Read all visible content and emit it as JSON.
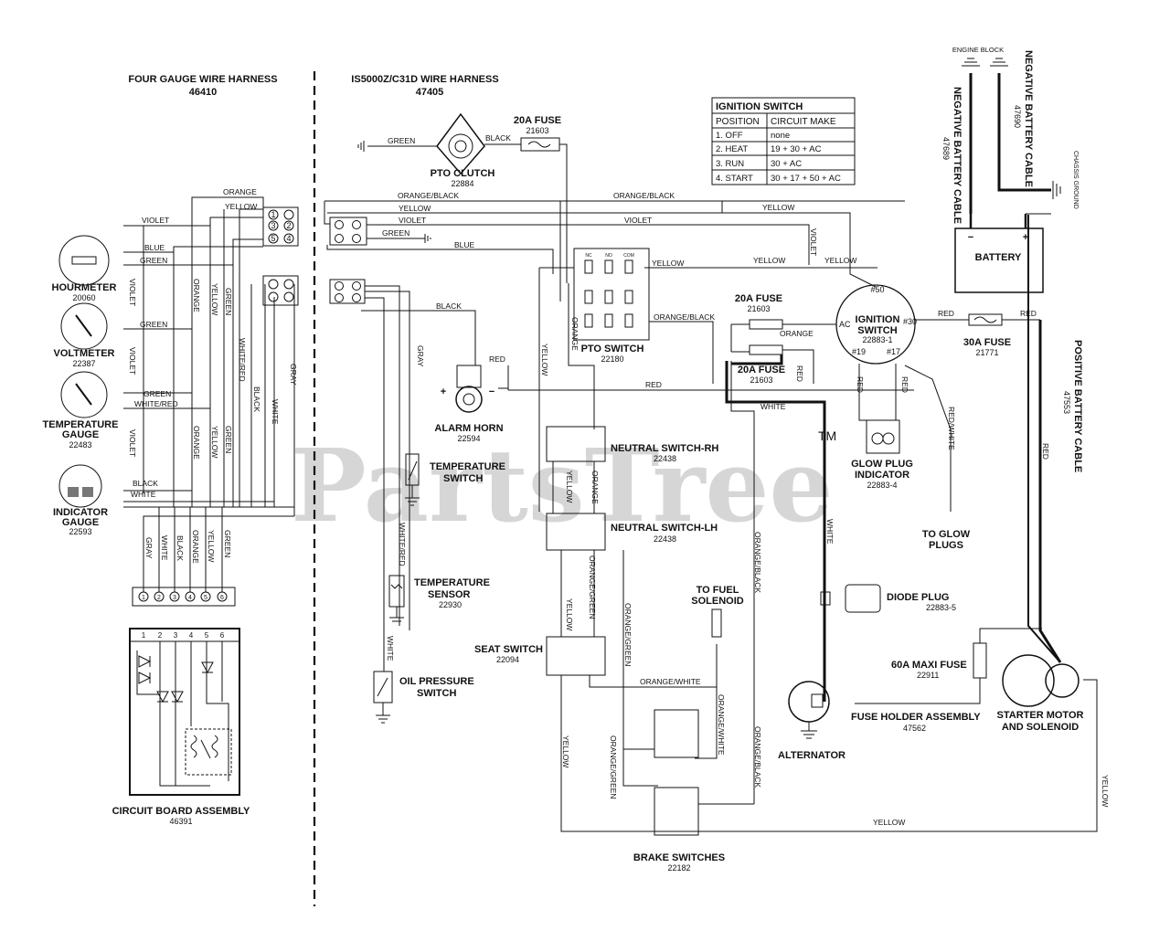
{
  "watermark": {
    "text": "PartsTree",
    "tm": "TM"
  },
  "headers": {
    "left_title": "FOUR GAUGE WIRE HARNESS",
    "left_num": "46410",
    "right_title": "IS5000Z/C31D  WIRE HARNESS",
    "right_num": "47405"
  },
  "ignition_table": {
    "title": "IGNITION SWITCH",
    "col_headers": [
      "POSITION",
      "CIRCUIT MAKE"
    ],
    "rows": [
      [
        "1. OFF",
        "none"
      ],
      [
        "2. HEAT",
        "19 + 30 + AC"
      ],
      [
        "3. RUN",
        "30 + AC"
      ],
      [
        "4. START",
        "30 + 17 + 50 + AC"
      ]
    ]
  },
  "gauges": {
    "hourmeter": {
      "name": "HOURMETER",
      "num": "20060"
    },
    "voltmeter": {
      "name": "VOLTMETER",
      "num": "22387"
    },
    "temperature_gauge": {
      "name1": "TEMPERATURE",
      "name2": "GAUGE",
      "num": "22483"
    },
    "indicator_gauge": {
      "name1": "INDICATOR",
      "name2": "GAUGE",
      "num": "22593"
    }
  },
  "circuit_board": {
    "name": "CIRCUIT BOARD ASSEMBLY",
    "num": "46391",
    "pins": [
      "1",
      "2",
      "3",
      "4",
      "5",
      "6"
    ]
  },
  "left_connector": {
    "pins": [
      "1",
      "2",
      "3",
      "4",
      "5",
      "6"
    ],
    "wires": [
      "GRAY",
      "WHITE",
      "BLACK",
      "ORANGE",
      "YELLOW",
      "GREEN"
    ]
  },
  "components": {
    "pto_clutch": {
      "name": "PTO CLUTCH",
      "num": "22884"
    },
    "fuse_top": {
      "name": "20A FUSE",
      "num": "21603"
    },
    "pto_switch": {
      "name": "PTO SWITCH",
      "num": "22180",
      "pins": [
        "NC",
        "NO",
        "COM"
      ]
    },
    "fuse_mid1": {
      "name": "20A FUSE",
      "num": "21603"
    },
    "fuse_mid2": {
      "name": "20A FUSE",
      "num": "21603"
    },
    "ignition_switch": {
      "name1": "IGNITION",
      "name2": "SWITCH",
      "num": "22883-1",
      "t50": "#50",
      "t30": "#30",
      "t19": "#19",
      "t17": "#17",
      "tac": "AC"
    },
    "fuse_30a": {
      "name": "30A FUSE",
      "num": "21771"
    },
    "alarm_horn": {
      "name": "ALARM HORN",
      "num": "22594",
      "plus": "+",
      "minus": "−"
    },
    "temp_switch": {
      "name1": "TEMPERATURE",
      "name2": "SWITCH"
    },
    "temp_sensor": {
      "name1": "TEMPERATURE",
      "name2": "SENSOR",
      "num": "22930"
    },
    "oil_switch": {
      "name1": "OIL PRESSURE",
      "name2": "SWITCH"
    },
    "neutral_rh": {
      "name": "NEUTRAL SWITCH-RH",
      "num": "22438"
    },
    "neutral_lh": {
      "name": "NEUTRAL SWITCH-LH",
      "num": "22438"
    },
    "seat_switch": {
      "name": "SEAT SWITCH",
      "num": "22094"
    },
    "brake_switches": {
      "name": "BRAKE SWITCHES",
      "num": "22182"
    },
    "fuel_solenoid": {
      "name1": "TO FUEL",
      "name2": "SOLENOID"
    },
    "glow_indicator": {
      "name1": "GLOW PLUG",
      "name2": "INDICATOR",
      "num": "22883-4"
    },
    "glow_plugs": {
      "name1": "TO GLOW",
      "name2": "PLUGS"
    },
    "diode_plug": {
      "name": "DIODE PLUG",
      "num": "22883-5"
    },
    "maxi_fuse": {
      "name": "60A MAXI FUSE",
      "num": "22911"
    },
    "fuse_holder": {
      "name": "FUSE HOLDER ASSEMBLY",
      "num": "47562"
    },
    "alternator": {
      "name": "ALTERNATOR"
    },
    "starter": {
      "name1": "STARTER MOTOR",
      "name2": "AND SOLENOID"
    },
    "battery": {
      "name": "BATTERY",
      "plus": "+",
      "minus": "−"
    },
    "engine_block": {
      "name": "ENGINE BLOCK"
    },
    "chassis_ground": {
      "name": "CHASSIS GROUND"
    },
    "neg_cable_1": {
      "name": "NEGATIVE BATTERY CABLE",
      "num": "47689"
    },
    "neg_cable_2": {
      "name": "NEGATIVE BATTERY CABLE",
      "num": "47690"
    },
    "pos_cable": {
      "name": "POSITIVE BATTERY CABLE",
      "num": "47553"
    }
  },
  "wire_labels": {
    "orange": "ORANGE",
    "yellow": "YELLOW",
    "violet": "VIOLET",
    "blue": "BLUE",
    "green": "GREEN",
    "white_red": "WHITE/RED",
    "black": "BLACK",
    "white": "WHITE",
    "gray": "GRAY",
    "red": "RED",
    "orange_black": "ORANGE/BLACK",
    "orange_green": "ORANGE/GREEN",
    "orange_white": "ORANGE/WHITE",
    "red_white": "RED/WHITE"
  }
}
